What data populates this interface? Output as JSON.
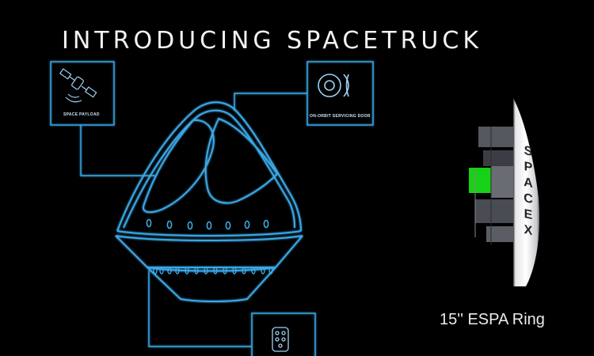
{
  "title": "INTRODUCING SPACETRUCK",
  "callouts": {
    "payload_label": "SPACE PAYLOAD",
    "door_label": "ON-ORBIT SERVICING DOOR"
  },
  "espa_label": "15'' ESPA Ring",
  "brand_letters": [
    "S",
    "P",
    "A",
    "C",
    "E",
    "X"
  ],
  "icons": {
    "payload": "satellite-icon",
    "door": "servicing-door-icon",
    "thruster": "thruster-icon"
  },
  "colors": {
    "background": "#000000",
    "line_art": "#3aa8e6",
    "accent_green": "#16d116",
    "text": "#f2f2f2"
  }
}
